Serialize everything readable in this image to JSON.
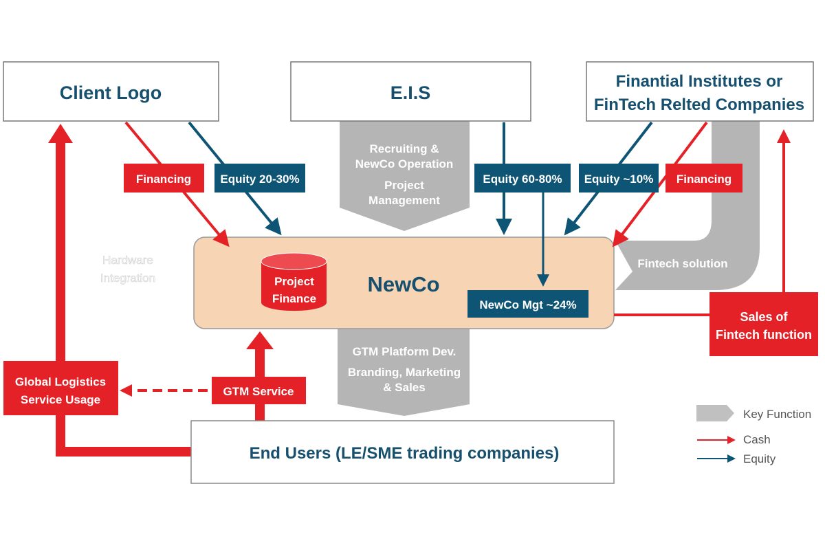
{
  "colors": {
    "cash": "#e42127",
    "equity": "#0e5474",
    "key_function": "#b5b5b5",
    "newco_fill": "#f7d4b4",
    "title_text": "#17506e"
  },
  "boxes": {
    "client": "Client Logo",
    "eis": "E.I.S",
    "fin_line1": "Finantial Institutes or",
    "fin_line2": "FinTech Relted Companies",
    "newco": "NewCo",
    "end_users": "End Users (LE/SME trading companies)"
  },
  "key_functions": {
    "eis_line1": "Recruiting &",
    "eis_line2": "NewCo Operation",
    "eis_line3": "Project",
    "eis_line4": "Management",
    "fintech": "Fintech solution",
    "gtm_line1": "GTM Platform Dev.",
    "gtm_line2": "Branding, Marketing",
    "gtm_line3": "& Sales"
  },
  "labels": {
    "financing_left": "Financing",
    "equity_client": "Equity 20-30%",
    "equity_eis": "Equity 60-80%",
    "equity_fin": "Equity ~10%",
    "financing_right": "Financing",
    "project_finance_1": "Project",
    "project_finance_2": "Finance",
    "newco_mgt": "NewCo Mgt ~24%",
    "sales_1": "Sales of",
    "sales_2": "Fintech function",
    "global_1": "Global Logistics",
    "global_2": "Service Usage",
    "gtm_service": "GTM Service",
    "hardware_1": "Hardware",
    "hardware_2": "Integration"
  },
  "legend": {
    "key_function": "Key Function",
    "cash": "Cash",
    "equity": "Equity"
  }
}
